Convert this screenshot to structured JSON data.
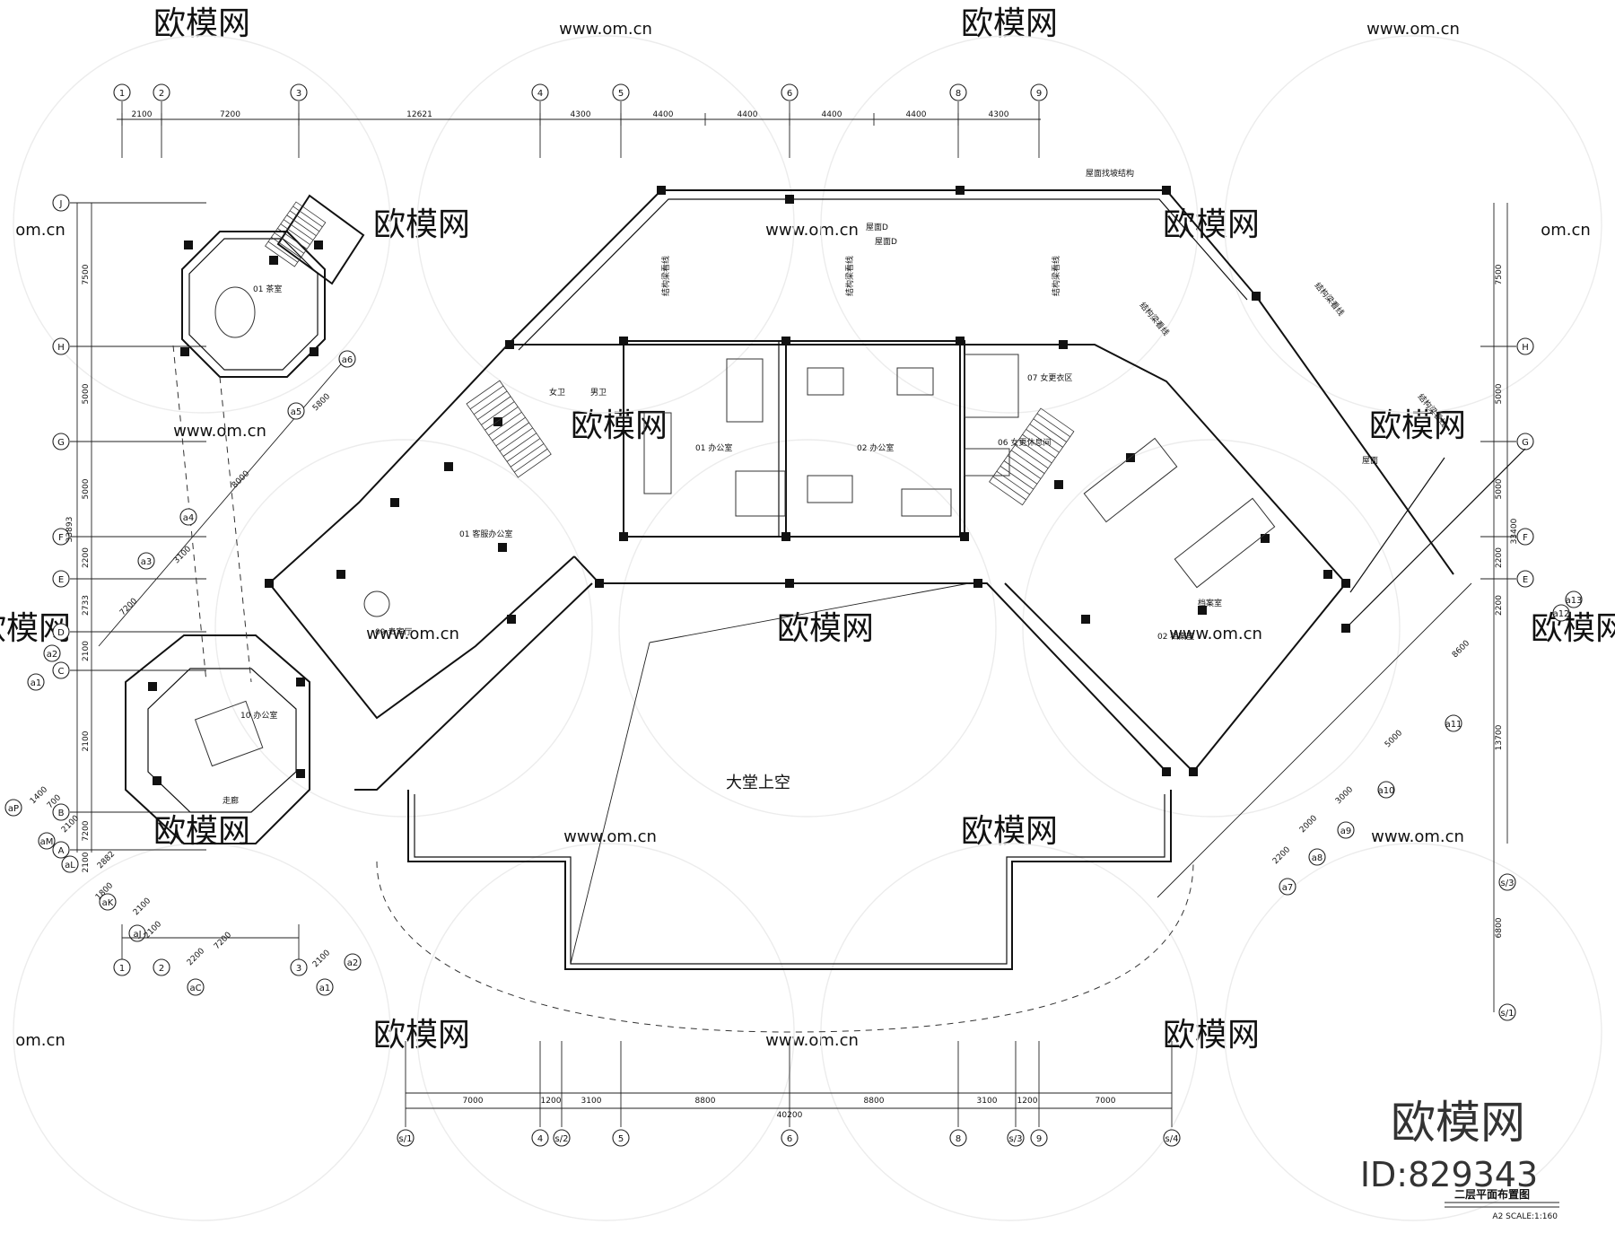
{
  "drawing": {
    "title": "二层平面布置图",
    "scale": "A2 SCALE:1:160",
    "lobby_label": "大堂上空",
    "brand": "欧模网",
    "brand_id": "ID:829343",
    "watermark_site": "www.om.cn",
    "watermark_short": "om.cn"
  },
  "axes_top": [
    "1",
    "2",
    "3",
    "4",
    "5",
    "6",
    "8",
    "9"
  ],
  "dims_top": [
    "2100",
    "7200",
    "12621",
    "4300",
    "4400",
    "4400",
    "4400",
    "4400",
    "4300"
  ],
  "axes_left": [
    "J",
    "H",
    "G",
    "F",
    "E",
    "D",
    "C",
    "B",
    "A"
  ],
  "dims_left": [
    "7500",
    "5000",
    "5000",
    "2200",
    "2733",
    "2100",
    "2100",
    "7200",
    "2100"
  ],
  "dim_left_total": "33893",
  "axes_right": [
    "G",
    "H",
    "F",
    "E"
  ],
  "dims_right": [
    "7500",
    "5000",
    "5000",
    "2200",
    "2200",
    "13700",
    "6800"
  ],
  "dim_right_total": "33400",
  "axes_bottom": [
    "s/1",
    "4",
    "s/2",
    "5",
    "6",
    "8",
    "s/3",
    "9",
    "s/4"
  ],
  "dims_bottom": [
    "7000",
    "1200",
    "3100",
    "8800",
    "8800",
    "3100",
    "1200",
    "7000"
  ],
  "dim_bottom_total": "40200",
  "diag_axes_left": [
    "a1",
    "a2",
    "a3",
    "a4",
    "a5",
    "a6"
  ],
  "diag_axes_right": [
    "a7",
    "a8",
    "a9",
    "a10",
    "a11",
    "a12",
    "a13"
  ],
  "diag_dims_left": [
    "7200",
    "3100",
    "8000",
    "5800"
  ],
  "diag_dims_right": [
    "2200",
    "2000",
    "3000",
    "5000",
    "8600"
  ],
  "lower_left_axes": [
    "a1",
    "a2",
    "aC",
    "aJ",
    "aK",
    "aL",
    "aM",
    "aP"
  ],
  "lower_left_dims": [
    "2100",
    "7200",
    "2100",
    "2200",
    "2100",
    "2100",
    "1800",
    "2882",
    "1400",
    "700"
  ],
  "rooms": [
    {
      "name": "01 茶室"
    },
    {
      "name": "女卫"
    },
    {
      "name": "男卫"
    },
    {
      "name": "01 办公室"
    },
    {
      "name": "02 办公室"
    },
    {
      "name": "07 女更衣区"
    },
    {
      "name": "06 女更休息间"
    },
    {
      "name": "01 客服办公室"
    },
    {
      "name": "09 贵宾厅"
    },
    {
      "name": "10 办公室"
    },
    {
      "name": "02 档案室"
    },
    {
      "name": "档案室"
    },
    {
      "name": "屋面D"
    },
    {
      "name": "屋面"
    },
    {
      "name": "走廊"
    }
  ],
  "annotations": [
    "结构梁看线",
    "结构梁看线",
    "结构梁看线",
    "结构梁看线",
    "结构梁看线",
    "结构梁看线",
    "屋面找坡结构",
    "屋面D"
  ]
}
